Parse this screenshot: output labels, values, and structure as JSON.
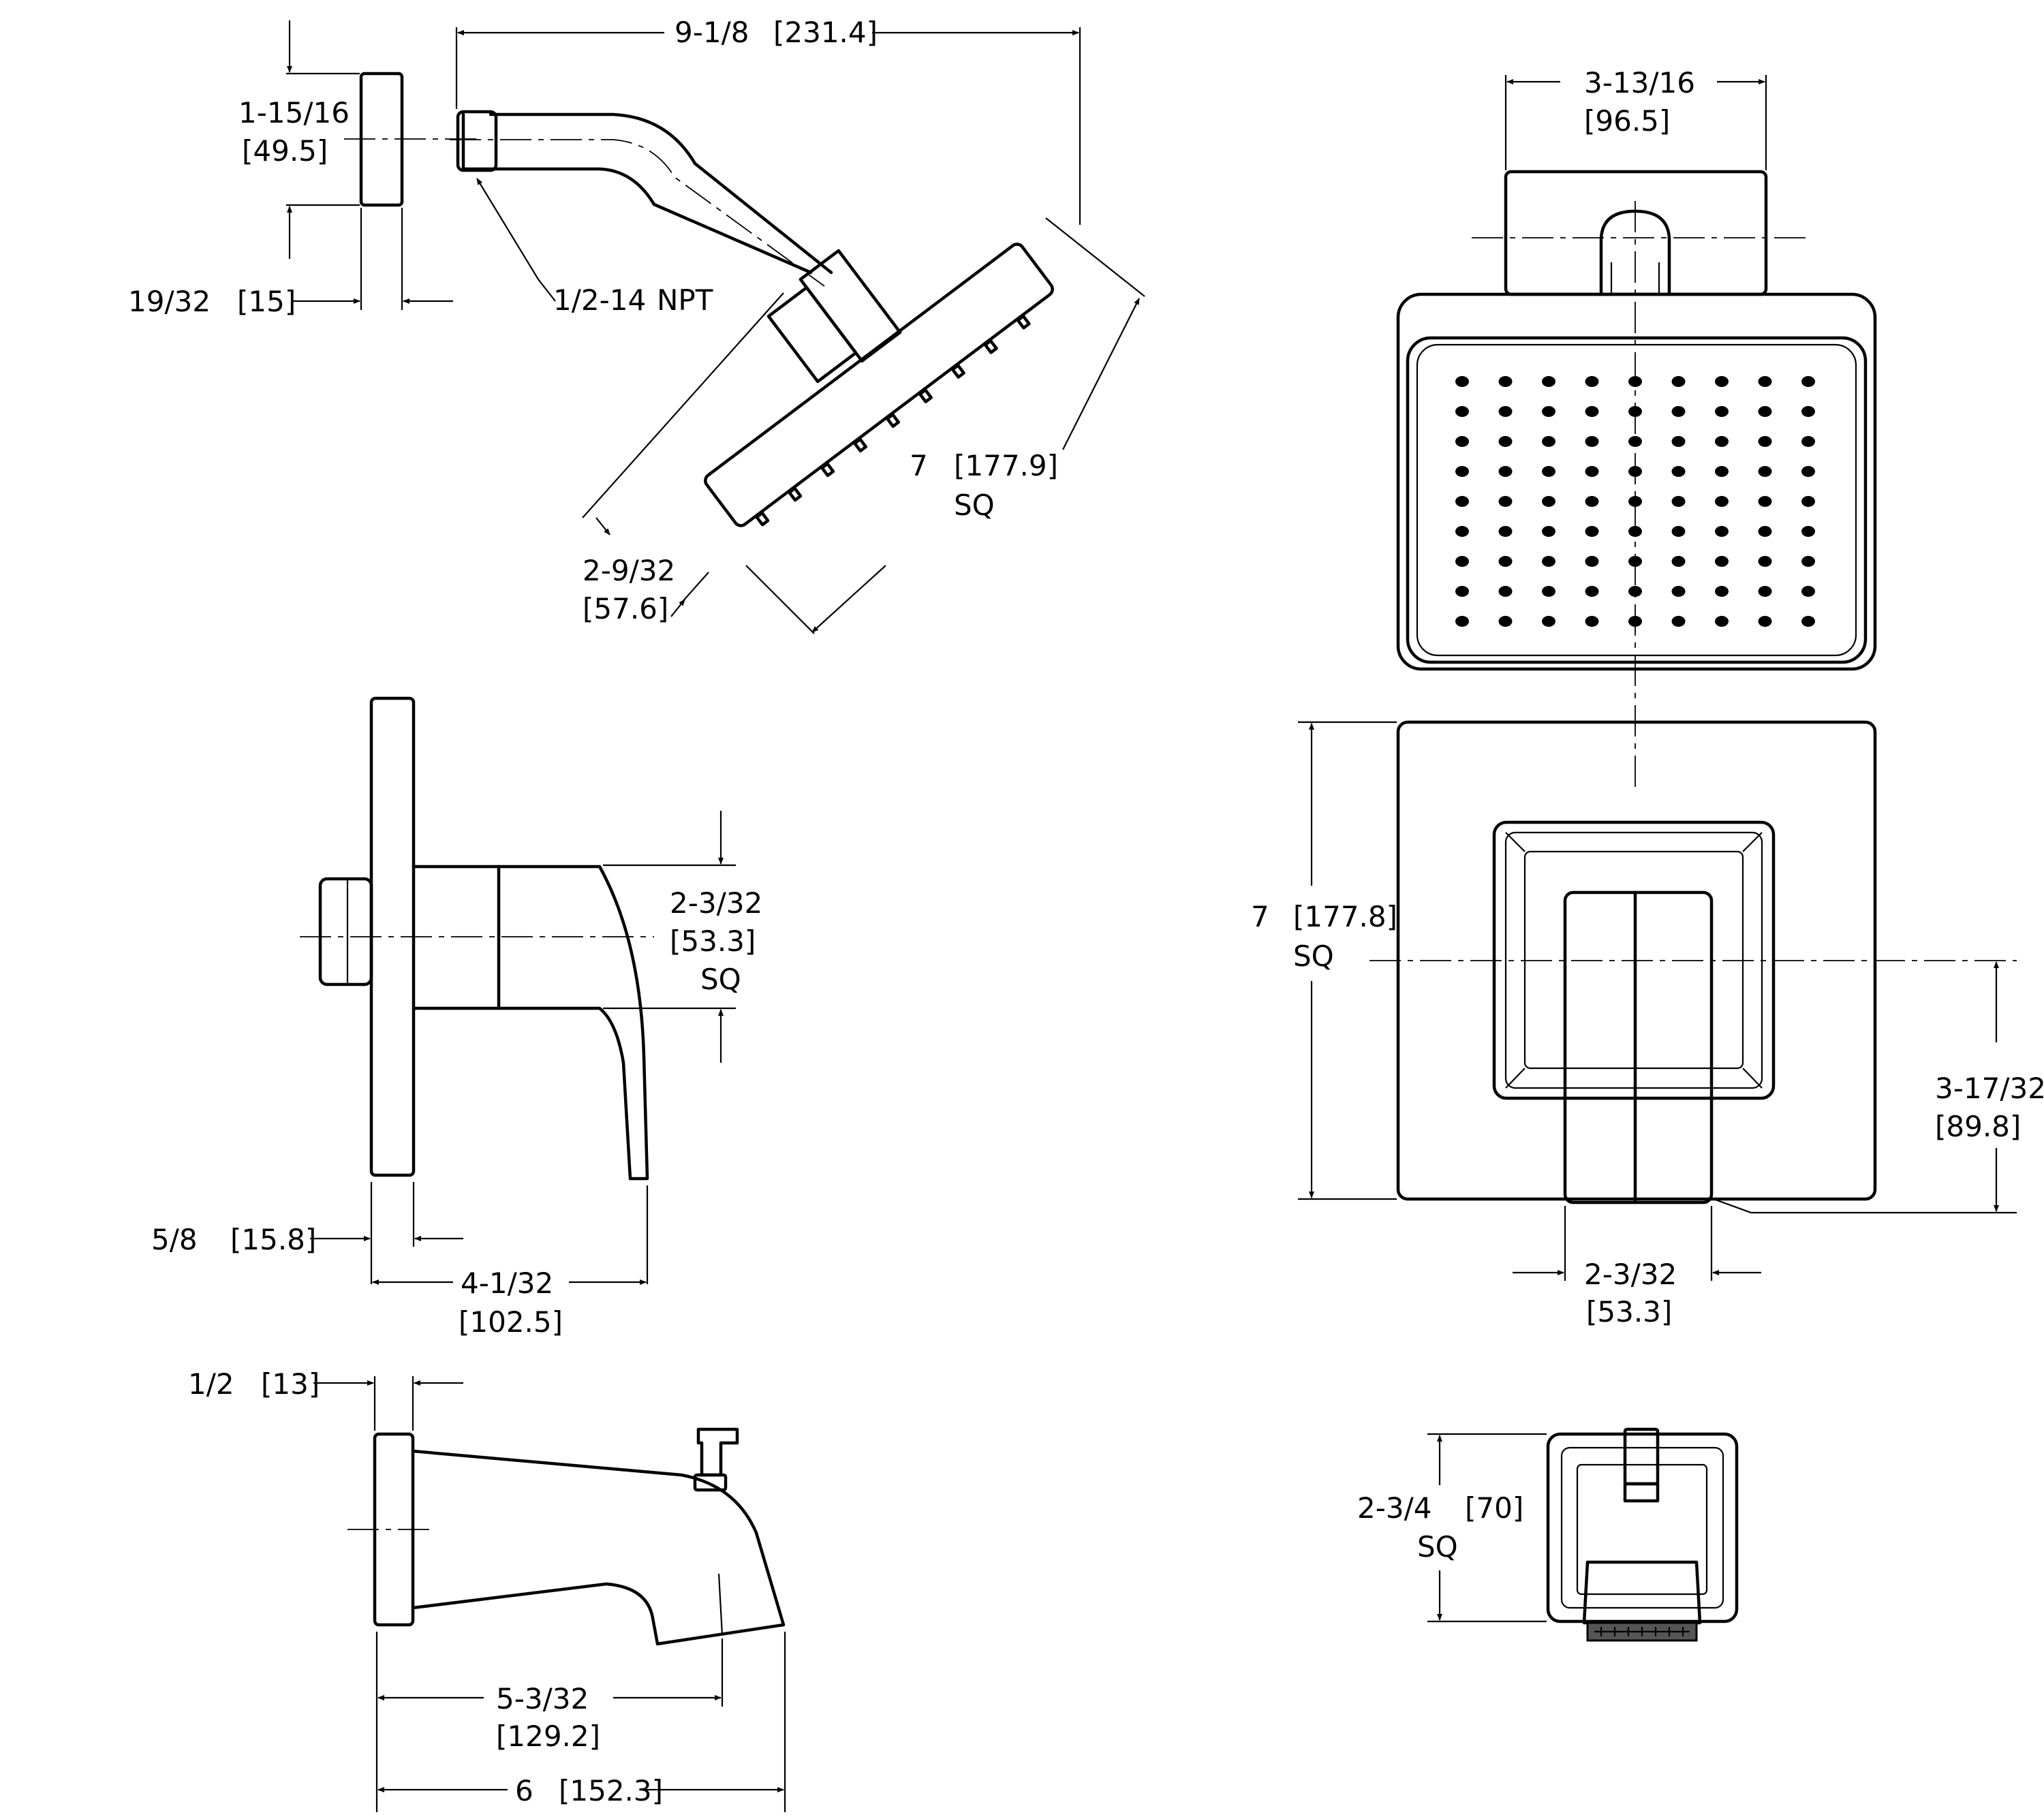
{
  "colors": {
    "ink": "#000000",
    "paper": "#ffffff"
  },
  "labels": {
    "arm_length": "9-1/8",
    "arm_length_mm": "[231.4]",
    "flange_height": "1-15/16",
    "flange_height_mm": "[49.5]",
    "flange_depth": "19/32",
    "flange_depth_mm": "[15]",
    "thread": "1/2-14",
    "thread_type": "NPT",
    "head_size": "7",
    "head_size_mm": "[177.9]",
    "head_sq": "SQ",
    "head_depth": "2-9/32",
    "head_depth_mm": "[57.6]",
    "top_width": "3-13/16",
    "top_width_mm": "[96.5]",
    "handle_side": "2-3/32",
    "handle_side_mm": "[53.3]",
    "handle_side_sq": "SQ",
    "plate_depth": "5/8",
    "plate_depth_mm": "[15.8]",
    "valve_depth": "4-1/32",
    "valve_depth_mm": "[102.5]",
    "plate_size": "7",
    "plate_size_mm": "[177.8]",
    "plate_sq": "SQ",
    "handle_drop": "3-17/32",
    "handle_drop_mm": "[89.8]",
    "handle_width": "2-3/32",
    "handle_width_mm": "[53.3]",
    "spout_flange": "1/2",
    "spout_flange_mm": "[13]",
    "spout_reach": "5-3/32",
    "spout_reach_mm": "[129.2]",
    "spout_overall": "6",
    "spout_overall_mm": "[152.3]",
    "spout_front": "2-3/4",
    "spout_front_mm": "[70]",
    "spout_front_sq": "SQ"
  }
}
